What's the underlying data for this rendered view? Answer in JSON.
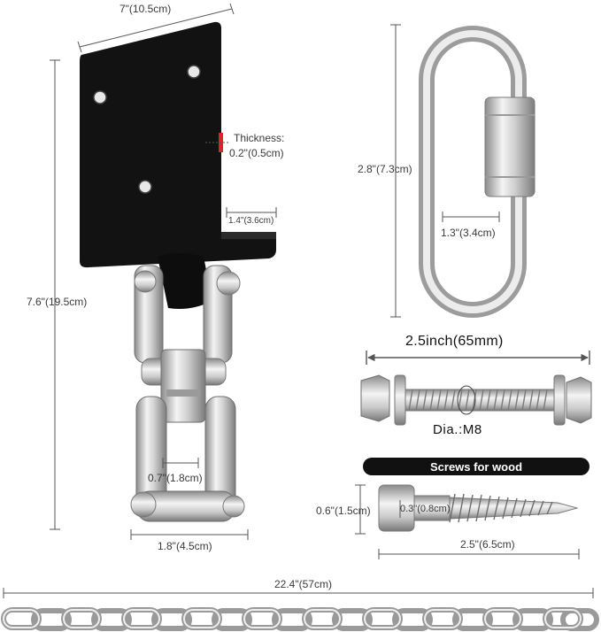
{
  "labels": {
    "plate_width": "7\"(10.5cm)",
    "thickness_title": "Thickness:",
    "thickness_value": "0.2\"(0.5cm)",
    "flange_depth": "1.4\"(3.6cm)",
    "total_height": "7.6\"(19.5cm)",
    "shackle_gap": "0.7\"(1.8cm)",
    "shackle_width": "1.8\"(4.5cm)",
    "link_height": "2.8\"(7.3cm)",
    "link_width": "1.3\"(3.4cm)",
    "bolt_length": "2.5inch(65mm)",
    "bolt_diameter": "Dia.:M8",
    "screws_heading": "Screws for wood",
    "screw_head": "0.6\"(1.5cm)",
    "screw_shank": "0.3\"(0.8cm)",
    "screw_length": "2.5\"(6.5cm)",
    "chain_length": "22.4\"(57cm)"
  },
  "colors": {
    "plate": "#111111",
    "steel_light": "#f2f2f2",
    "steel_dark": "#8a8a8a",
    "dimension_line": "#555555",
    "thickness_marker": "#d9262e"
  }
}
